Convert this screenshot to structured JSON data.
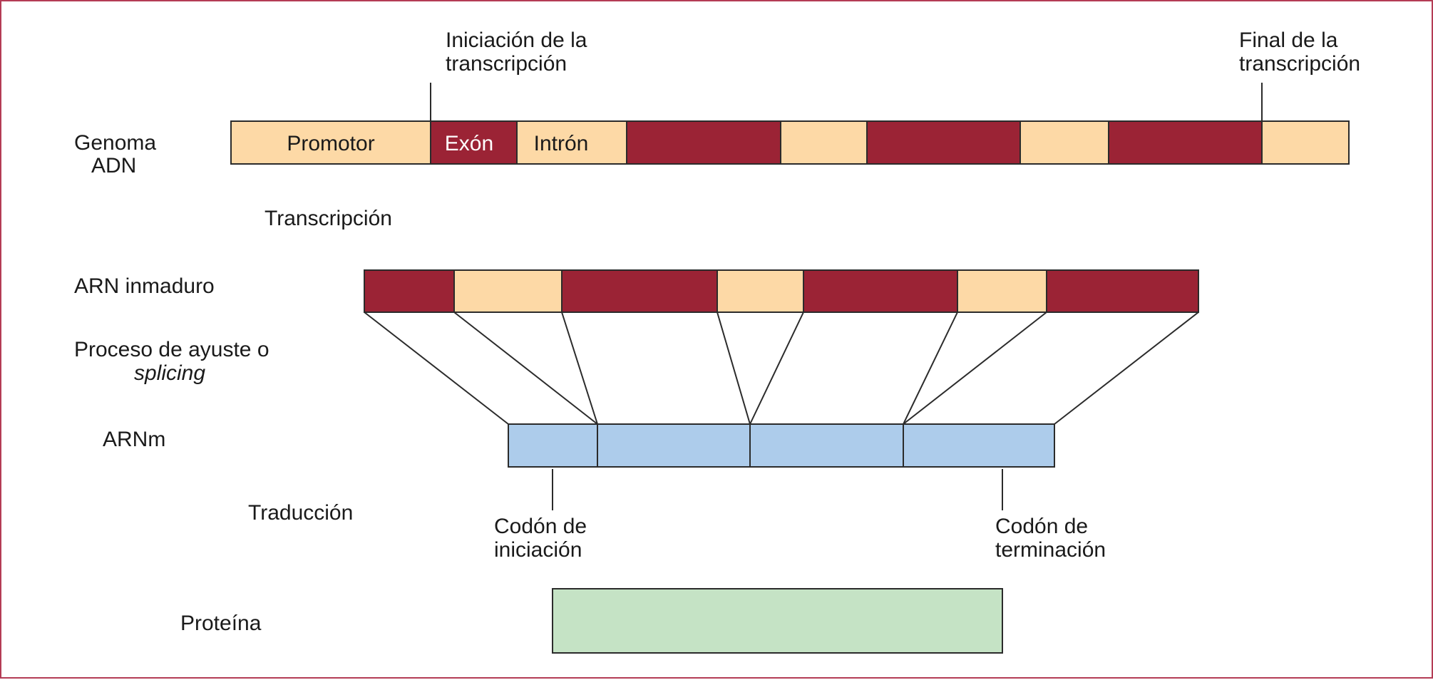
{
  "colors": {
    "exon": "#9b2335",
    "intron": "#fdd9a6",
    "mrna": "#adcceb",
    "protein": "#c5e3c5",
    "stroke": "#2b2b2b",
    "border": "#b43c55"
  },
  "labels": {
    "genome_line1": "Genoma",
    "genome_line2": "ADN",
    "transcription": "Transcripción",
    "immature_rna": "ARN inmaduro",
    "splicing_line1": "Proceso de ayuste o",
    "splicing_line2": "splicing",
    "mrna": "ARNm",
    "translation": "Traducción",
    "protein": "Proteína",
    "tx_start_line1": "Iniciación de la",
    "tx_start_line2": "transcripción",
    "tx_end_line1": "Final de la",
    "tx_end_line2": "transcripción",
    "start_codon_line1": "Codón de",
    "start_codon_line2": "iniciación",
    "stop_codon_line1": "Codón de",
    "stop_codon_line2": "terminación"
  },
  "segments": {
    "promoter": "Promotor",
    "exon": "Exón",
    "intron": "Intrón"
  }
}
